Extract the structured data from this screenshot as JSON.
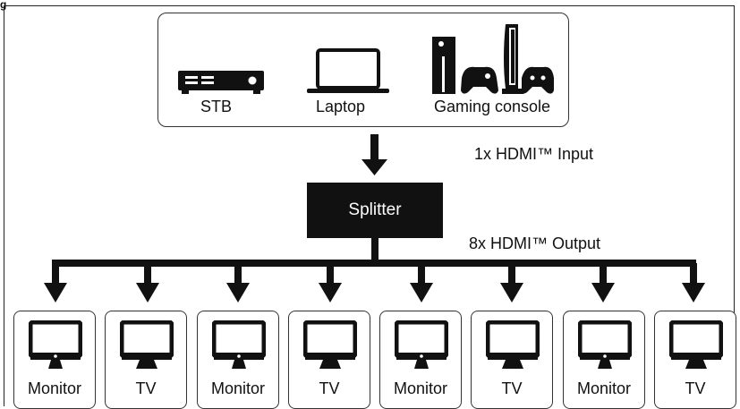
{
  "figure": {
    "label": "g"
  },
  "sources": [
    {
      "name": "stb",
      "label": "STB",
      "icon": "stb-icon"
    },
    {
      "name": "laptop",
      "label": "Laptop",
      "icon": "laptop-icon"
    },
    {
      "name": "gaming-console",
      "label": "Gaming console",
      "icon": "game-console-icon"
    }
  ],
  "splitter": {
    "label": "Splitter"
  },
  "annotations": {
    "input": "1x HDMI™ Input",
    "output": "8x HDMI™ Output"
  },
  "outputs": [
    {
      "label": "Monitor",
      "icon": "monitor-icon"
    },
    {
      "label": "TV",
      "icon": "tv-icon"
    },
    {
      "label": "Monitor",
      "icon": "monitor-icon"
    },
    {
      "label": "TV",
      "icon": "tv-icon"
    },
    {
      "label": "Monitor",
      "icon": "monitor-icon"
    },
    {
      "label": "TV",
      "icon": "tv-icon"
    },
    {
      "label": "Monitor",
      "icon": "monitor-icon"
    },
    {
      "label": "TV",
      "icon": "tv-icon"
    }
  ],
  "colors": {
    "ink": "#111111",
    "splitter_fill": "#111111",
    "splitter_text": "#ffffff"
  }
}
